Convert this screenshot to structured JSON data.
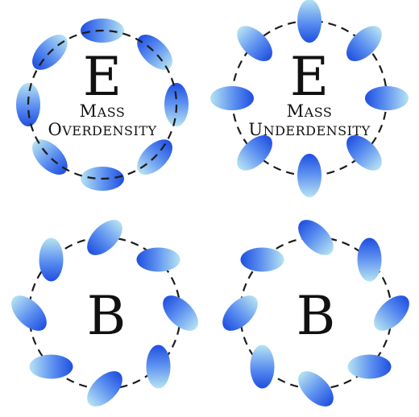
{
  "panels": [
    {
      "id": "e-overdensity",
      "letter": "E",
      "caption_line1_cap": "M",
      "caption_line1_rest": "ASS",
      "caption_line2_cap": "O",
      "caption_line2_rest": "VERDENSITY",
      "pattern": "tangential"
    },
    {
      "id": "e-underdensity",
      "letter": "E",
      "caption_line1_cap": "M",
      "caption_line1_rest": "ASS",
      "caption_line2_cap": "U",
      "caption_line2_rest": "NDERDENSITY",
      "pattern": "radial"
    },
    {
      "id": "b-mode-left",
      "letter": "B",
      "pattern": "minus-45"
    },
    {
      "id": "b-mode-right",
      "letter": "B",
      "pattern": "plus-45"
    }
  ],
  "colors": {
    "ellipse_dark": "#1f4fe0",
    "ellipse_mid": "#5b8ef0",
    "ellipse_light": "#b6e3f2",
    "ring": "#1c1c1c",
    "text": "#111111"
  }
}
